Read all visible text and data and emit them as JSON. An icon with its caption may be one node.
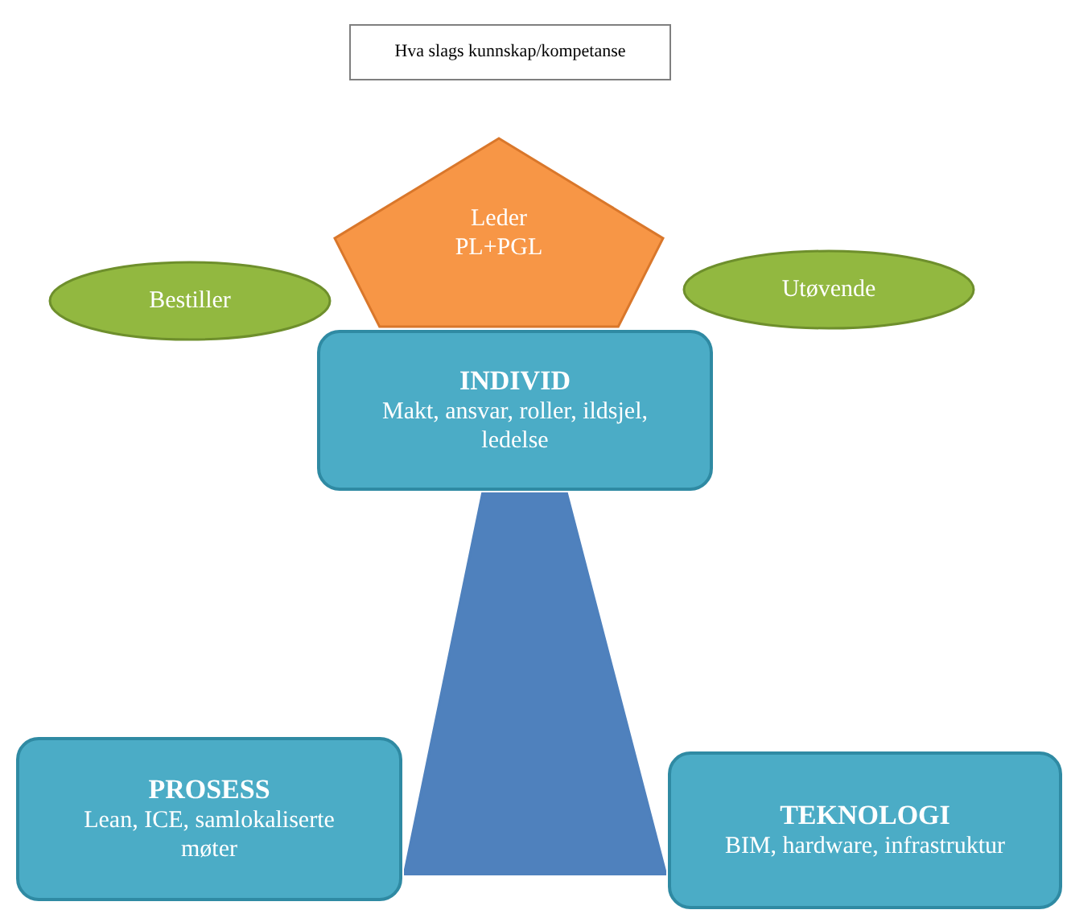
{
  "diagram": {
    "nodes": [
      {
        "text": [
          "Hva slags kunnskap/kompetanse"
        ]
      },
      {
        "text": [
          "Leder PL+PGL"
        ]
      },
      {
        "text": [
          "Bestiller"
        ]
      },
      {
        "text": [
          "Utøvende"
        ]
      },
      {
        "text": [
          "INDIVID",
          "Makt, ansvar, roller, ildsjel, ledelse"
        ]
      },
      {
        "text": [
          "PROSESS",
          "Lean, ICE, samlokaliserte møter"
        ]
      },
      {
        "text": [
          "TEKNOLOGI",
          "BIM, hardware, infrastruktur"
        ]
      },
      {
        "text": [],
        "shape": "triangle"
      }
    ],
    "edges": []
  }
}
